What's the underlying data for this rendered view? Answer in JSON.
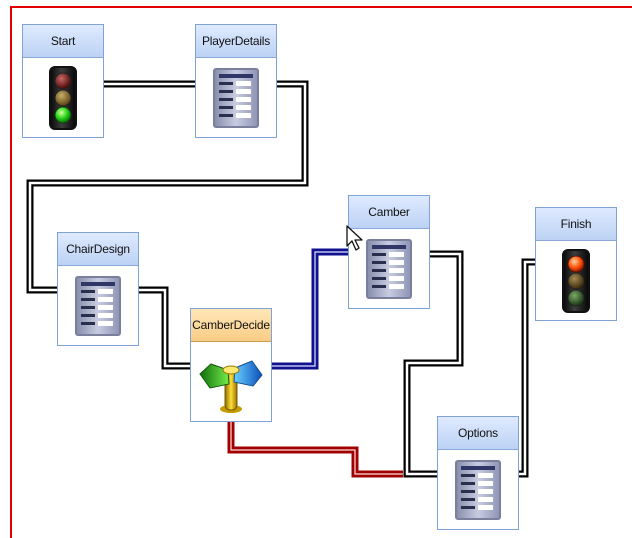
{
  "workflow": {
    "nodes": {
      "start": {
        "label": "Start",
        "icon": "traffic-light-green-icon"
      },
      "player_details": {
        "label": "PlayerDetails",
        "icon": "form-document-icon"
      },
      "chair_design": {
        "label": "ChairDesign",
        "icon": "form-document-icon"
      },
      "camber_decide": {
        "label": "CamberDecide",
        "icon": "decision-signpost-icon"
      },
      "camber": {
        "label": "Camber",
        "icon": "form-document-icon"
      },
      "options": {
        "label": "Options",
        "icon": "form-document-icon"
      },
      "finish": {
        "label": "Finish",
        "icon": "traffic-light-red-icon"
      }
    },
    "colors": {
      "frame": "#e10000",
      "node_border": "#7fa3d6",
      "node_header": "#c7d9f8",
      "selected_header": "#fbd596",
      "connector": "#000000",
      "branch_blue": "#11128f",
      "branch_red": "#a10000"
    }
  }
}
